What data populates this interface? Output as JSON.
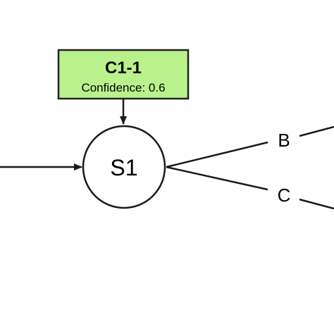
{
  "callout": {
    "title": "C1-1",
    "subtitle": "Confidence: 0.6",
    "fill_color": "#b9f28c",
    "border_color": "#222222"
  },
  "state_node": {
    "label": "S1"
  },
  "edges": {
    "upper_label": "B",
    "lower_label": "C"
  },
  "line_color": "#1a1a1a"
}
